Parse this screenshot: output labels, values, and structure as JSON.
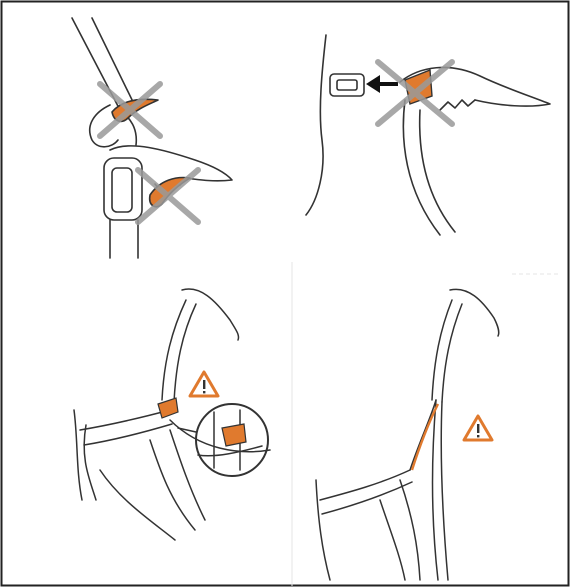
{
  "figure": {
    "panels": [
      {
        "id": "top-left",
        "description_icons": [
          "x-mark-icon",
          "x-mark-icon"
        ]
      },
      {
        "id": "top-right",
        "description_icons": [
          "x-mark-icon",
          "arrow-left-icon"
        ]
      },
      {
        "id": "bottom-left",
        "description_icons": [
          "warning-icon",
          "magnifier-inset"
        ]
      },
      {
        "id": "bottom-right",
        "description_icons": [
          "warning-icon"
        ]
      }
    ],
    "colors": {
      "accent": "#e07a2e",
      "line": "#333333",
      "cross": "#9a9a9a",
      "border": "#222222"
    }
  }
}
